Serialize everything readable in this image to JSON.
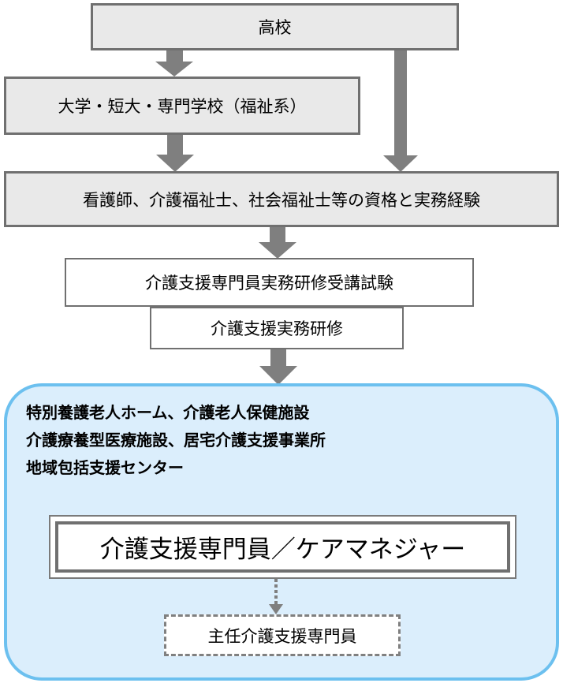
{
  "flow": {
    "high_school": "高校",
    "university": "大学・短大・専門学校（福祉系）",
    "qualification": "看護師、介護福祉士、社会福祉士等の資格と実務経験",
    "exam": "介護支援専門員実務研修受講試験",
    "training": "介護支援実務研修"
  },
  "workplaces": {
    "line1": "特別養護老人ホーム、介護老人保健施設",
    "line2": "介護療養型医療施設、居宅介護支援事業所",
    "line3": "地域包括支援センター"
  },
  "care_manager": "介護支援専門員／ケアマネジャー",
  "chief_care_manager": "主任介護支援専門員",
  "colors": {
    "arrow": "#7f7f7f",
    "gray_box_fill": "#e9e9e9",
    "panel_fill": "#dbeefc",
    "panel_border": "#6cc0ef"
  }
}
